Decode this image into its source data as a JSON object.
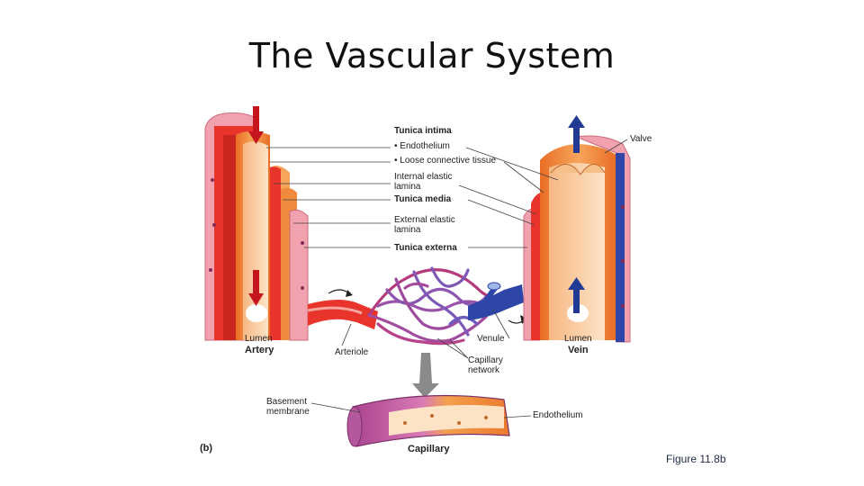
{
  "slide": {
    "title": "The Vascular System",
    "caption": "Figure 11.8b"
  },
  "labels": {
    "tunica_intima": "Tunica intima",
    "endothelium": "• Endothelium",
    "loose_connective": "• Loose connective tissue",
    "internal_elastic": "Internal elastic\nlamina",
    "tunica_media": "Tunica media",
    "external_elastic": "External elastic\nlamina",
    "tunica_externa": "Tunica externa",
    "valve": "Valve",
    "lumen_left": "Lumen",
    "artery": "Artery",
    "arteriole": "Arteriole",
    "venule": "Venule",
    "capillary_network": "Capillary\nnetwork",
    "lumen_right": "Lumen",
    "vein": "Vein",
    "basement_membrane": "Basement\nmembrane",
    "endothelium_cap": "Endothelium",
    "panel": "(b)",
    "capillary": "Capillary"
  },
  "colors": {
    "artery_red": "#e8342a",
    "vein_blue": "#2e46a8",
    "capillary_purple": "#8a4fa8",
    "media_orange": "#f08a3c",
    "externa_pink": "#f2a5b0"
  }
}
